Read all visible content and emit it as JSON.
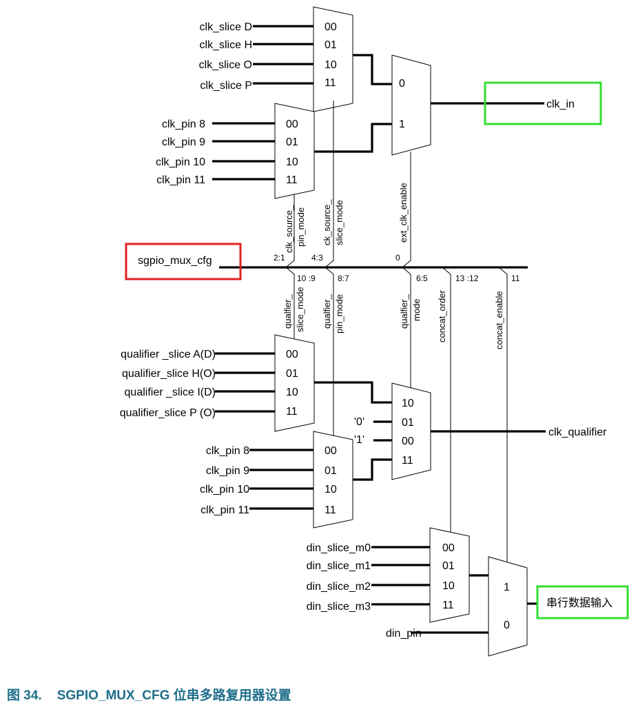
{
  "upper": {
    "clk_slice_inputs": [
      "clk_slice D",
      "clk_slice H",
      "clk_slice O",
      "clk_slice P"
    ],
    "clk_pin_inputs": [
      "clk_pin 8",
      "clk_pin 9",
      "clk_pin 10",
      "clk_pin 11"
    ],
    "mux_sel_codes": [
      "00",
      "01",
      "10",
      "11"
    ],
    "mux_out_ports": [
      "0",
      "1"
    ],
    "output": "clk_in",
    "sel_labels": {
      "pin_mode": [
        "clk_source_",
        "pin_mode"
      ],
      "slice_mode": [
        "ck_source_",
        "slice_mode"
      ],
      "ext": "ext_clk_enable"
    }
  },
  "register": {
    "name": "sgpio_mux_cfg",
    "bits_top": [
      "2:1",
      "4:3",
      "0"
    ],
    "bits_bottom": [
      "10 :9",
      "8:7",
      "6:5",
      "13 :12",
      "11"
    ]
  },
  "lower": {
    "qualifier_inputs": [
      "qualifier _slice A(D)",
      "qualifier_slice H(O)",
      "qualifier _slice I(D)",
      "qualifier_slice P (O)"
    ],
    "clk_pin_inputs": [
      "clk_pin 8",
      "clk_pin 9",
      "clk_pin 10",
      "clk_pin 11"
    ],
    "mux_sel_codes": [
      "00",
      "01",
      "10",
      "11"
    ],
    "qual_mux_ports": [
      "10",
      "01",
      "00",
      "11"
    ],
    "const_inputs": [
      "'0'",
      "'1'"
    ],
    "output": "clk_qualifier",
    "sel_labels": {
      "slice_mode": [
        "qualfier_",
        "slice_mode"
      ],
      "pin_mode": [
        "qualfier_",
        "pin_mode"
      ],
      "mode": [
        "qualfier_",
        "mode"
      ],
      "concat_order": "concat_order",
      "concat_enable": "concat_enable"
    }
  },
  "din": {
    "slice_inputs": [
      "din_slice_m0",
      "din_slice_m1",
      "din_slice_m2",
      "din_slice_m3"
    ],
    "pin_input": "din_pin",
    "mux_sel_codes": [
      "00",
      "01",
      "10",
      "11"
    ],
    "out_ports": [
      "1",
      "0"
    ],
    "output": "串行数据输入"
  },
  "caption": {
    "number": "图 34.",
    "title": "SGPIO_MUX_CFG 位串多路复用器设置"
  },
  "colors": {
    "highlight_green": "#33dd33",
    "highlight_red": "#e02020",
    "caption": "#1f6e8c"
  }
}
